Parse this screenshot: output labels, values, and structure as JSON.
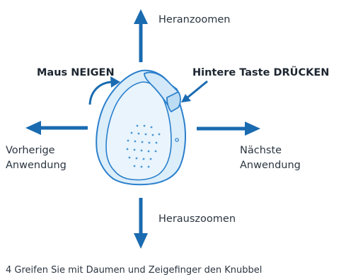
{
  "labels": {
    "up": "Heranzoomen",
    "down": "Herauszoomen",
    "tilt": "Maus NEIGEN",
    "back_press_prefix": "Hintere Taste ",
    "back_press_strong": "DRÜCKEN",
    "left_line1": "Vorherige",
    "left_line2": "Anwendung",
    "right_line1": "Nächste",
    "right_line2": "Anwendung"
  },
  "footer_text": "4  Greifen Sie mit Daumen und Zeigefinger den Knubbel",
  "colors": {
    "arrow": "#1a6bb0",
    "mouse_outline": "#2a7fcc",
    "mouse_fill": "#dceefa",
    "text": "#2b3540"
  }
}
